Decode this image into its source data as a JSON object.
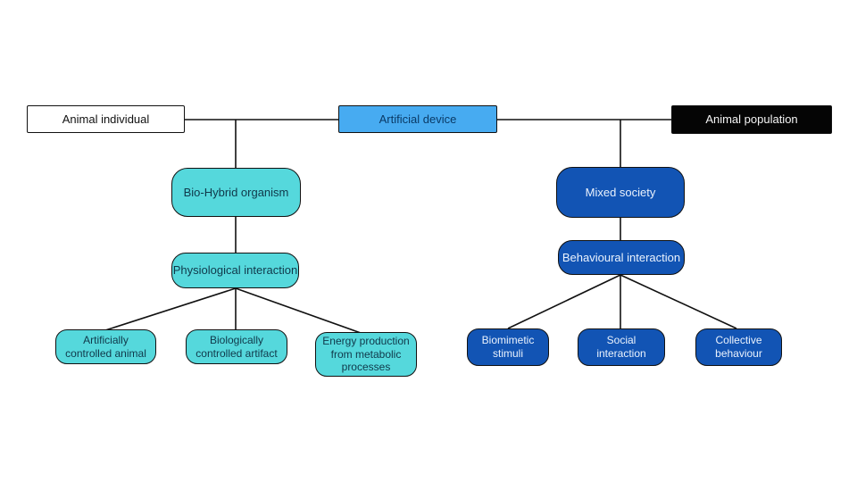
{
  "diagram": {
    "nodes": {
      "animal_individual": {
        "label": "Animal individual",
        "style": "white-rect"
      },
      "artificial_device": {
        "label": "Artificial device",
        "style": "light-blue-rect"
      },
      "animal_population": {
        "label": "Animal population",
        "style": "black-rect"
      },
      "bio_hybrid_organism": {
        "label": "Bio-Hybrid organism",
        "style": "cyan-pill"
      },
      "physiological_interaction": {
        "label": "Physiological interaction",
        "style": "cyan-pill"
      },
      "artificially_controlled_animal": {
        "label": "Artificially controlled animal",
        "style": "cyan-pill"
      },
      "biologically_controlled_artifact": {
        "label": "Biologically controlled artifact",
        "style": "cyan-pill"
      },
      "energy_production": {
        "label": "Energy production from metabolic processes",
        "style": "cyan-pill"
      },
      "mixed_society": {
        "label": "Mixed society",
        "style": "dark-blue-pill"
      },
      "behavioural_interaction": {
        "label": "Behavioural interaction",
        "style": "dark-blue-pill"
      },
      "biomimetic_stimuli": {
        "label": "Biomimetic stimuli",
        "style": "dark-blue-pill"
      },
      "social_interaction": {
        "label": "Social interaction",
        "style": "dark-blue-pill"
      },
      "collective_behaviour": {
        "label": "Collective behaviour",
        "style": "dark-blue-pill"
      }
    },
    "edges": [
      {
        "from": "animal_individual",
        "to": "artificial_device"
      },
      {
        "from": "artificial_device",
        "to": "animal_population"
      },
      {
        "from": "animal_individual+artificial_device",
        "to": "bio_hybrid_organism"
      },
      {
        "from": "bio_hybrid_organism",
        "to": "physiological_interaction"
      },
      {
        "from": "physiological_interaction",
        "to": "artificially_controlled_animal"
      },
      {
        "from": "physiological_interaction",
        "to": "biologically_controlled_artifact"
      },
      {
        "from": "physiological_interaction",
        "to": "energy_production"
      },
      {
        "from": "artificial_device+animal_population",
        "to": "mixed_society"
      },
      {
        "from": "mixed_society",
        "to": "behavioural_interaction"
      },
      {
        "from": "behavioural_interaction",
        "to": "biomimetic_stimuli"
      },
      {
        "from": "behavioural_interaction",
        "to": "social_interaction"
      },
      {
        "from": "behavioural_interaction",
        "to": "collective_behaviour"
      }
    ],
    "colors": {
      "cyan_fill": "#55d8dc",
      "cyan_text": "#10384a",
      "light_blue_fill": "#47abf1",
      "light_blue_text": "#0a3a66",
      "dark_blue_fill": "#1254b4",
      "dark_blue_text": "#eaf2fd",
      "black_fill": "#050505",
      "white_fill": "#ffffff",
      "line_color": "#111111",
      "background": "#ffffff"
    }
  }
}
